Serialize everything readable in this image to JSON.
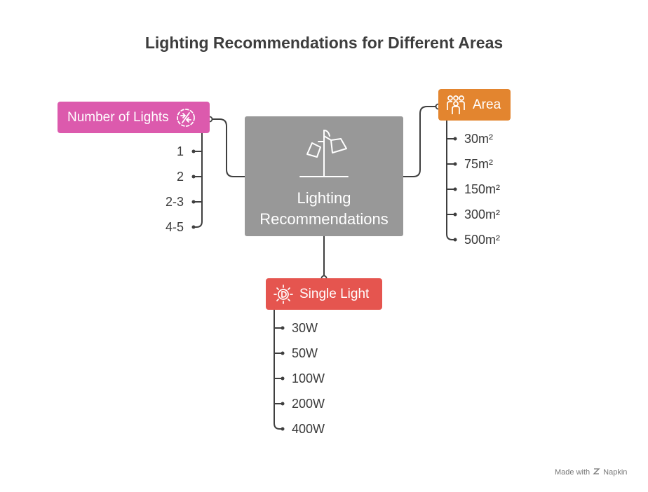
{
  "title": "Lighting Recommendations for Different Areas",
  "center": {
    "label_line1": "Lighting",
    "label_line2": "Recommendations",
    "icon": "floor-lamp-icon"
  },
  "nodes": {
    "lights": {
      "label": "Number of Lights",
      "icon": "repeat-divide-icon",
      "color": "#dc5aad",
      "items": [
        "1",
        "2",
        "2-3",
        "4-5"
      ]
    },
    "area": {
      "label": "Area",
      "icon": "people-group-icon",
      "color": "#e3852f",
      "items": [
        "30m²",
        "75m²",
        "150m²",
        "300m²",
        "500m²"
      ]
    },
    "single": {
      "label": "Single Light",
      "icon": "sun-bulb-icon",
      "color": "#e5554f",
      "items": [
        "30W",
        "50W",
        "100W",
        "200W",
        "400W"
      ]
    }
  },
  "footer": {
    "prefix": "Made with",
    "brand": "Napkin",
    "icon": "napkin-logo-icon"
  }
}
